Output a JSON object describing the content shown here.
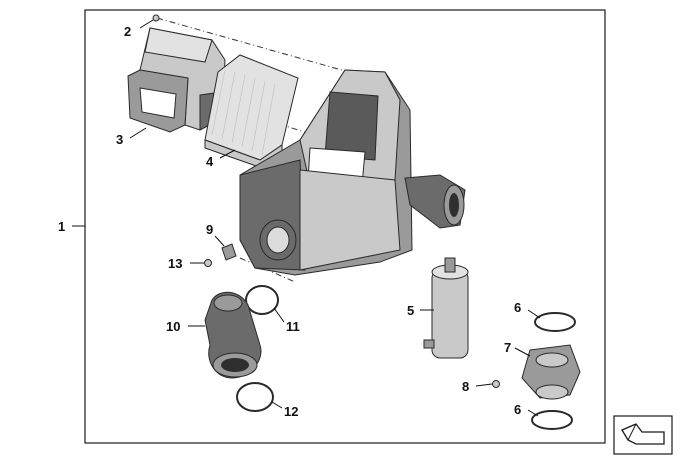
{
  "diagram": {
    "callouts": [
      {
        "id": "1",
        "label": "1"
      },
      {
        "id": "2",
        "label": "2"
      },
      {
        "id": "3",
        "label": "3"
      },
      {
        "id": "4",
        "label": "4"
      },
      {
        "id": "5",
        "label": "5"
      },
      {
        "id": "6a",
        "label": "6"
      },
      {
        "id": "6b",
        "label": "6"
      },
      {
        "id": "7",
        "label": "7"
      },
      {
        "id": "8",
        "label": "8"
      },
      {
        "id": "9",
        "label": "9"
      },
      {
        "id": "10",
        "label": "10"
      },
      {
        "id": "11",
        "label": "11"
      },
      {
        "id": "12",
        "label": "12"
      },
      {
        "id": "13",
        "label": "13"
      }
    ],
    "colors": {
      "frame": "#1a1a1a",
      "part_dark": "#6b6b6b",
      "part_mid": "#9a9a9a",
      "part_light": "#c9c9c9",
      "background": "#ffffff"
    },
    "corner_icon": "arrow-pointer-icon"
  }
}
